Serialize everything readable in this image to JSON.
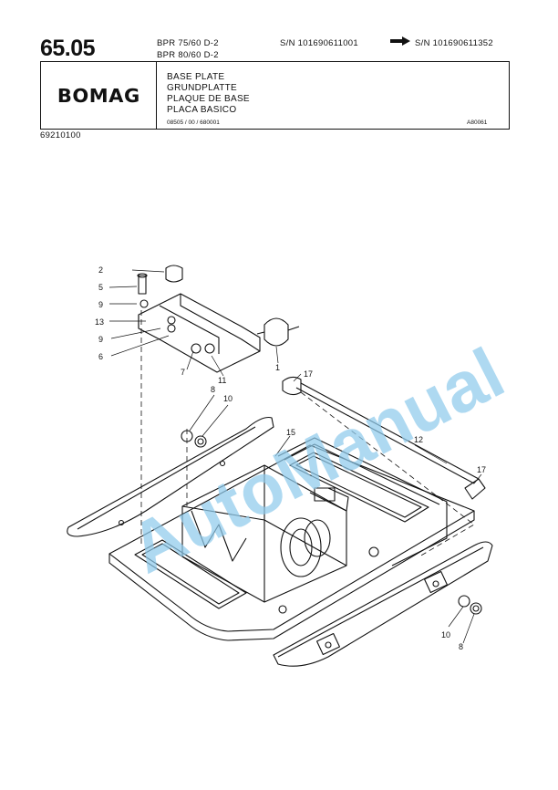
{
  "header": {
    "page_number": "65.05",
    "models": [
      "BPR 75/60 D-2",
      "BPR 80/60 D-2"
    ],
    "sn_from": "S/N 101690611001",
    "sn_to": "S/N 101690611352",
    "brand": "BOMAG",
    "titles": {
      "en": "BASE PLATE",
      "de": "GRUNDPLATTE",
      "fr": "PLAQUE DE BASE",
      "es": "PLACA BASICO"
    },
    "doc_code": "08505 / 00 / 680001",
    "ref_code": "A80061",
    "part_number": "69210100"
  },
  "watermark": "AutoManual",
  "callouts": [
    "2",
    "5",
    "9",
    "13",
    "9",
    "6",
    "7",
    "11",
    "1",
    "17",
    "8",
    "10",
    "15",
    "12",
    "17",
    "10",
    "8"
  ]
}
